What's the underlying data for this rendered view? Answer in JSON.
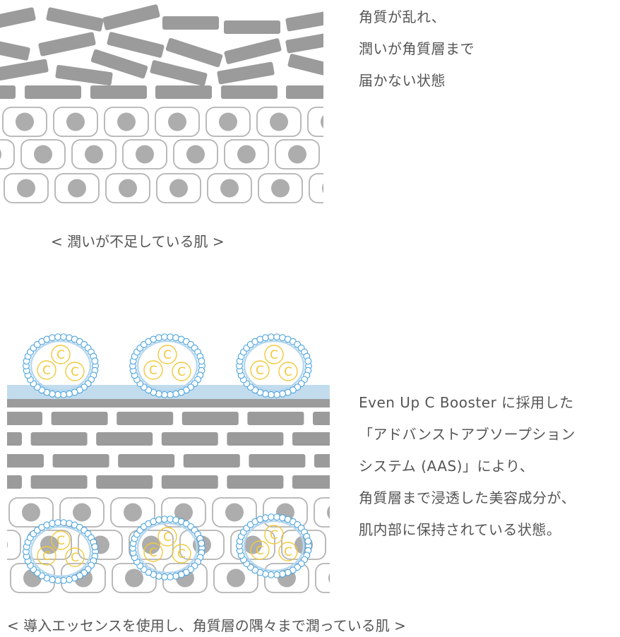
{
  "top_panel": {
    "description_lines": [
      "角質が乱れ、",
      "潤いが角質層まで",
      "届かない状態"
    ],
    "caption": "< 潤いが不足している肌 >"
  },
  "bottom_panel": {
    "description_lines": [
      "Even Up C Booster に採用した",
      "「アドバンストアブソープション",
      "システム (AAS)」により、",
      "角質層まで浸透した美容成分が、",
      "肌内部に保持されている状態。"
    ],
    "caption": "< 導入エッセンスを使用し、角質層の隅々まで潤っている肌 >",
    "capsule_label": "C"
  },
  "colors": {
    "corneocyte": "#9b9b9b",
    "cell_outline": "#b3b3b3",
    "nucleus": "#adadad",
    "moisture_band": "#c2dcee",
    "capsule_bead": "#4aa3df",
    "capsule_membrane": "#b8d8ee",
    "vitamin_c": "#f0c93a",
    "text": "#555555"
  }
}
